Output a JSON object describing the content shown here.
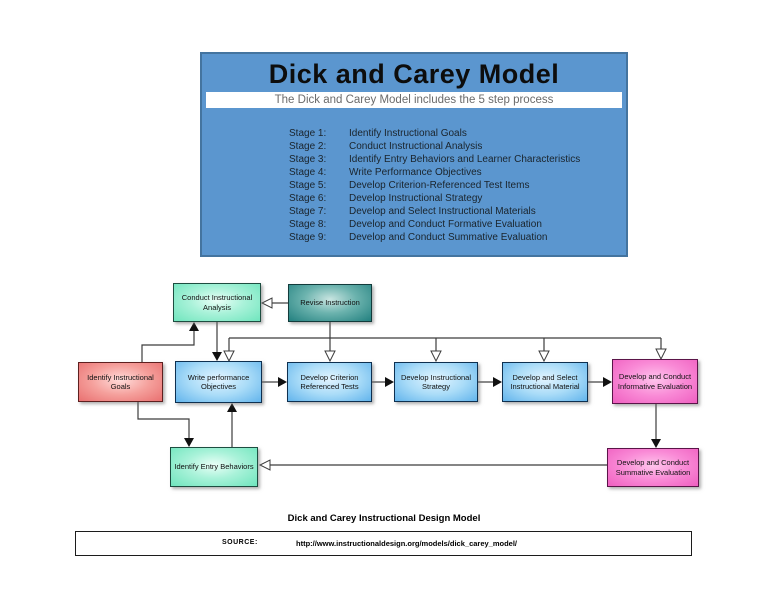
{
  "header": {
    "title": "Dick and Carey Model",
    "subtitle": "The Dick and Carey Model includes the 5 step process",
    "bg_color": "#5b96cf",
    "stages": [
      {
        "label": "Stage 1:",
        "text": "Identify Instructional Goals"
      },
      {
        "label": "Stage 2:",
        "text": "Conduct Instructional Analysis"
      },
      {
        "label": "Stage 3:",
        "text": "Identify Entry Behaviors and Learner Characteristics"
      },
      {
        "label": "Stage 4:",
        "text": "Write Performance Objectives"
      },
      {
        "label": "Stage 5:",
        "text": "Develop Criterion-Referenced Test Items"
      },
      {
        "label": "Stage 6:",
        "text": "Develop Instructional Strategy"
      },
      {
        "label": "Stage 7:",
        "text": "Develop and Select Instructional Materials"
      },
      {
        "label": "Stage 8:",
        "text": "Develop and Conduct Formative Evaluation"
      },
      {
        "label": "Stage 9:",
        "text": "Develop and Conduct Summative Evaluation"
      }
    ]
  },
  "flowchart": {
    "nodes": [
      {
        "id": "conduct-analysis",
        "label": "Conduct Instructional Analysis",
        "color": "#6fe5bd"
      },
      {
        "id": "revise-instruction",
        "label": "Revise Instruction",
        "color": "#22807f"
      },
      {
        "id": "identify-goals",
        "label": "Identify Instructional Goals",
        "color": "#e97070"
      },
      {
        "id": "write-objectives",
        "label": "Write performance Objectives",
        "color": "#62b4ec"
      },
      {
        "id": "develop-criterion",
        "label": "Develop Criterion Referenced Tests",
        "color": "#62b4ec"
      },
      {
        "id": "develop-strategy",
        "label": "Develop Instructional Strategy",
        "color": "#62b4ec"
      },
      {
        "id": "develop-select",
        "label": "Develop and Select Instructional Material",
        "color": "#62b4ec"
      },
      {
        "id": "develop-informative",
        "label": "Develop and Conduct Informative Evaluation",
        "color": "#ef5fc0"
      },
      {
        "id": "identify-entry",
        "label": "Identify Entry Behaviors",
        "color": "#6fe5bd"
      },
      {
        "id": "develop-summative",
        "label": "Develop and Conduct Summative Evaluation",
        "color": "#ef5fc0"
      }
    ]
  },
  "caption": "Dick and Carey Instructional Design Model",
  "footer": {
    "source_label": "SOURCE:",
    "source_url": "http://www.instructionaldesign.org/models/dick_carey_model/"
  }
}
